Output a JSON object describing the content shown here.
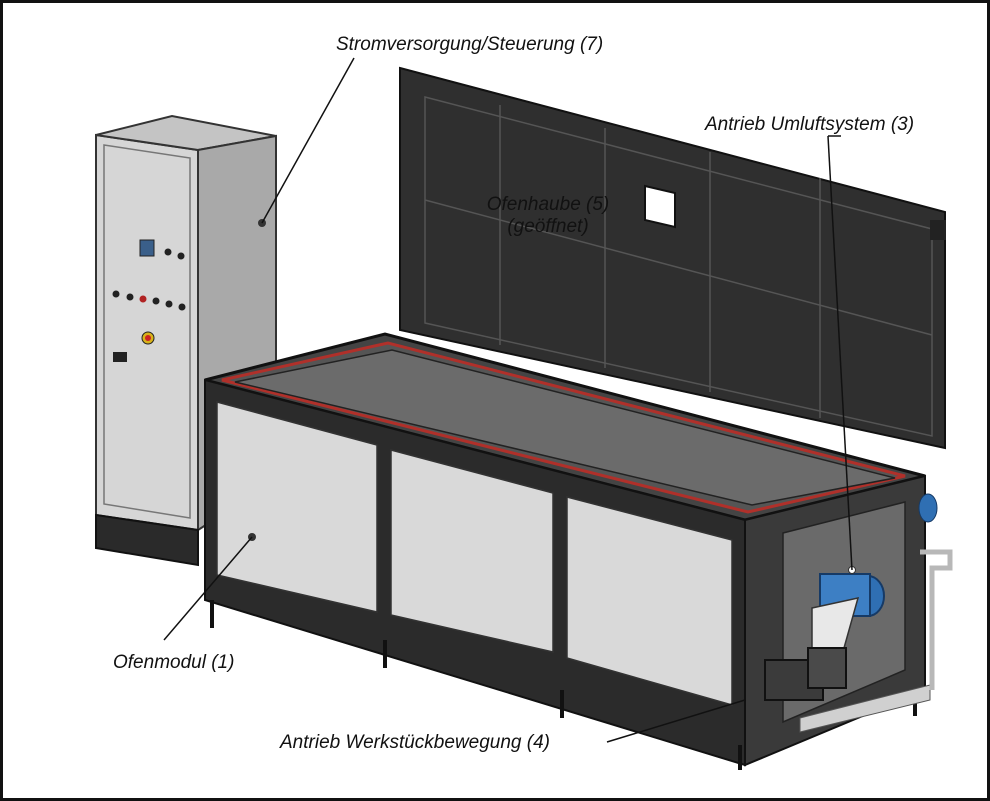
{
  "labels": {
    "power_control": "Stromversorgung/Steuerung (7)",
    "fan_drive": "Antrieb Umluftsystem (3)",
    "hood_line1": "Ofenhaube (5)",
    "hood_line2": "(geöffnet)",
    "oven_module": "Ofenmodul (1)",
    "workpiece_drive": "Antrieb Werkstückbewegung (4)"
  },
  "colors": {
    "frame": "#2b2b2b",
    "panel": "#d9d9d9",
    "hood": "#2f2f2f",
    "seal": "#b0302a",
    "motor": "#2f6fb3"
  }
}
